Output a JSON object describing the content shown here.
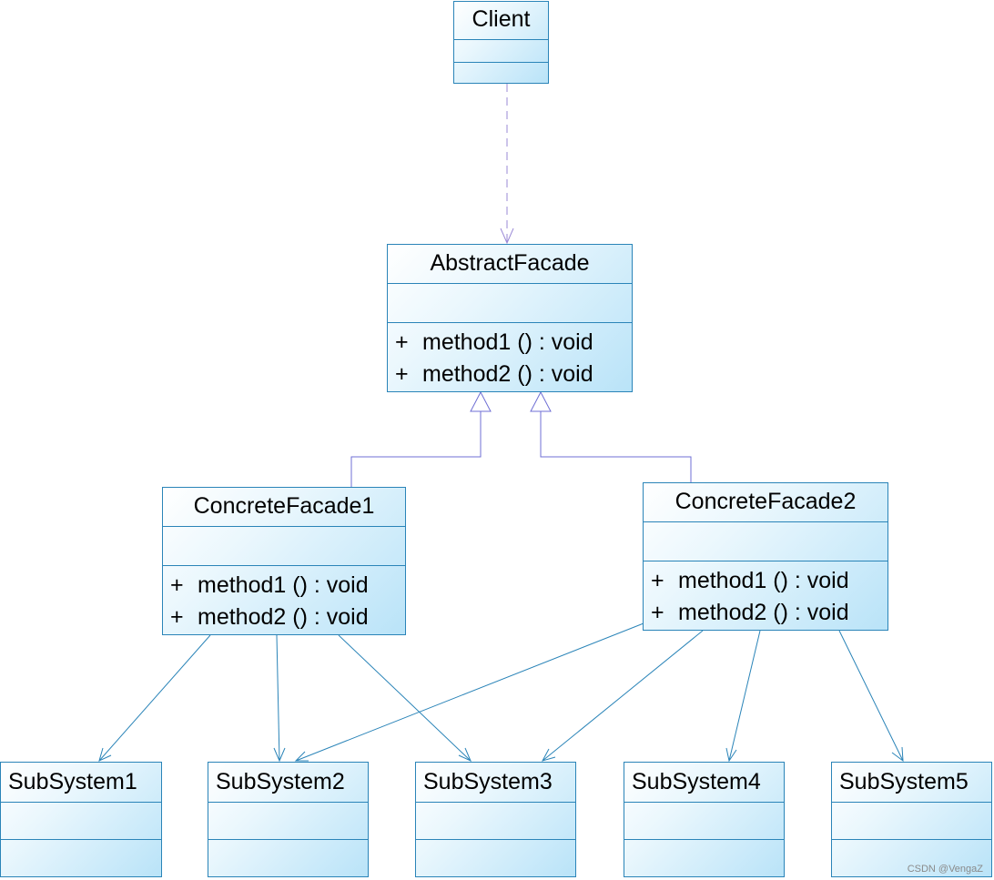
{
  "colors": {
    "border": "#2a84b8",
    "fill_light": "#ffffff",
    "fill_dark": "#b9e3f8",
    "dependency_line": "#9a89d6",
    "generalization_line": "#6f6fd4",
    "association_line": "#2a84b8"
  },
  "classes": {
    "client": {
      "name": "Client",
      "operations": []
    },
    "abstract_facade": {
      "name": "AbstractFacade",
      "operations": [
        {
          "visibility": "+",
          "name": "method1",
          "params": "()",
          "sep": ":",
          "type": "void"
        },
        {
          "visibility": "+",
          "name": "method2",
          "params": "()",
          "sep": ":",
          "type": "void"
        }
      ]
    },
    "concrete_facade1": {
      "name": "ConcreteFacade1",
      "operations": [
        {
          "visibility": "+",
          "name": "method1",
          "params": "()",
          "sep": ":",
          "type": "void"
        },
        {
          "visibility": "+",
          "name": "method2",
          "params": "()",
          "sep": ":",
          "type": "void"
        }
      ]
    },
    "concrete_facade2": {
      "name": "ConcreteFacade2",
      "operations": [
        {
          "visibility": "+",
          "name": "method1",
          "params": "()",
          "sep": ":",
          "type": "void"
        },
        {
          "visibility": "+",
          "name": "method2",
          "params": "()",
          "sep": ":",
          "type": "void"
        }
      ]
    },
    "subsystem1": {
      "name": "SubSystem1"
    },
    "subsystem2": {
      "name": "SubSystem2"
    },
    "subsystem3": {
      "name": "SubSystem3"
    },
    "subsystem4": {
      "name": "SubSystem4"
    },
    "subsystem5": {
      "name": "SubSystem5"
    }
  },
  "watermark": "CSDN @VengaZ"
}
